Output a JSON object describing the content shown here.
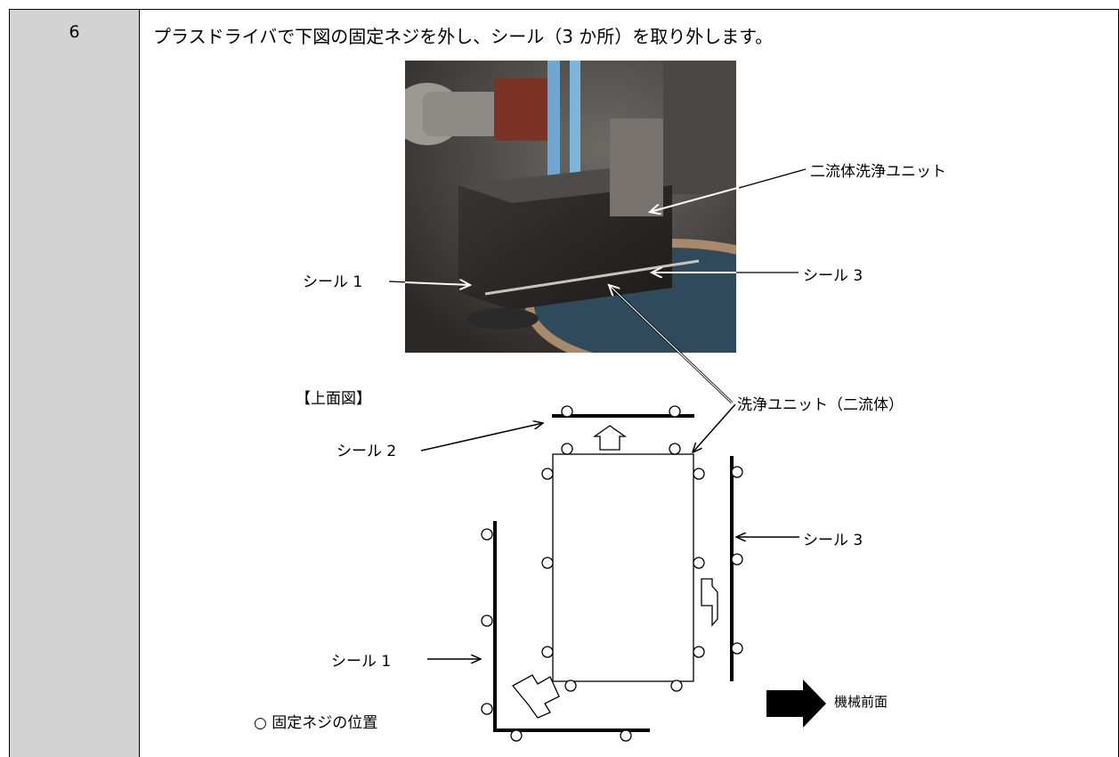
{
  "step_number": "6",
  "instruction": "プラスドライバで下図の固定ネジを外し、シール（3 か所）を取り外します。",
  "photo_labels": {
    "unit": "二流体洗浄ユニット",
    "seal1": "シール 1",
    "seal3": "シール 3",
    "wash_unit": "洗浄ユニット（二流体）"
  },
  "diagram": {
    "title": "【上面図】",
    "seal2": "シール 2",
    "seal3": "シール 3",
    "seal1": "シール 1",
    "screw_legend": "○ 固定ネジの位置",
    "machine_front": "機械前面"
  }
}
